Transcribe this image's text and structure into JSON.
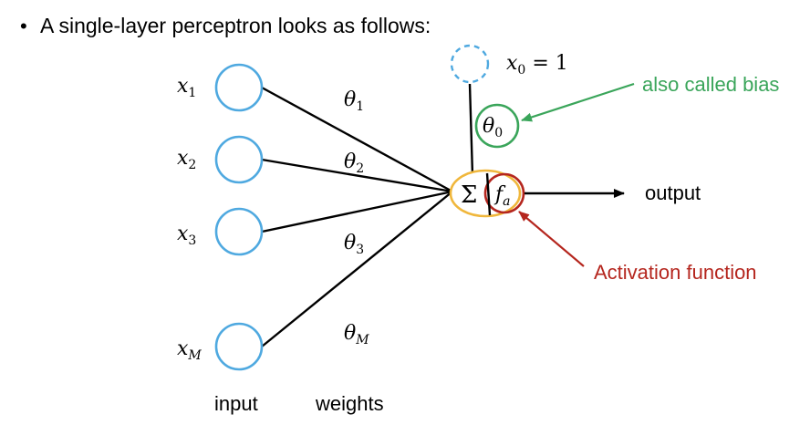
{
  "bullet": "•",
  "heading": "A single-layer perceptron looks as follows:",
  "inputs": [
    {
      "label": "x",
      "sub": "1"
    },
    {
      "label": "x",
      "sub": "2"
    },
    {
      "label": "x",
      "sub": "3"
    },
    {
      "label": "x",
      "sub": "M"
    }
  ],
  "weights": [
    {
      "label": "θ",
      "sub": "1"
    },
    {
      "label": "θ",
      "sub": "2"
    },
    {
      "label": "θ",
      "sub": "3"
    },
    {
      "label": "θ",
      "sub": "M"
    }
  ],
  "bias_node": {
    "label": "x",
    "sub": "0",
    "rest": " = 1"
  },
  "bias_weight": {
    "label": "θ",
    "sub": "0"
  },
  "sum_symbol": "Σ",
  "activation_symbol": {
    "label": "f",
    "sub": "a"
  },
  "output_label": "output",
  "bias_annotation": "also called bias",
  "activation_annotation": "Activation function",
  "input_caption": "input",
  "weights_caption": "weights",
  "colors": {
    "node_blue": "#4fa9e0",
    "sum_orange": "#f0b73c",
    "activation_red": "#b5261e",
    "bias_green": "#3aa55a",
    "annotation_green": "#3aa55a",
    "annotation_red": "#b5261e",
    "line": "#000000"
  }
}
